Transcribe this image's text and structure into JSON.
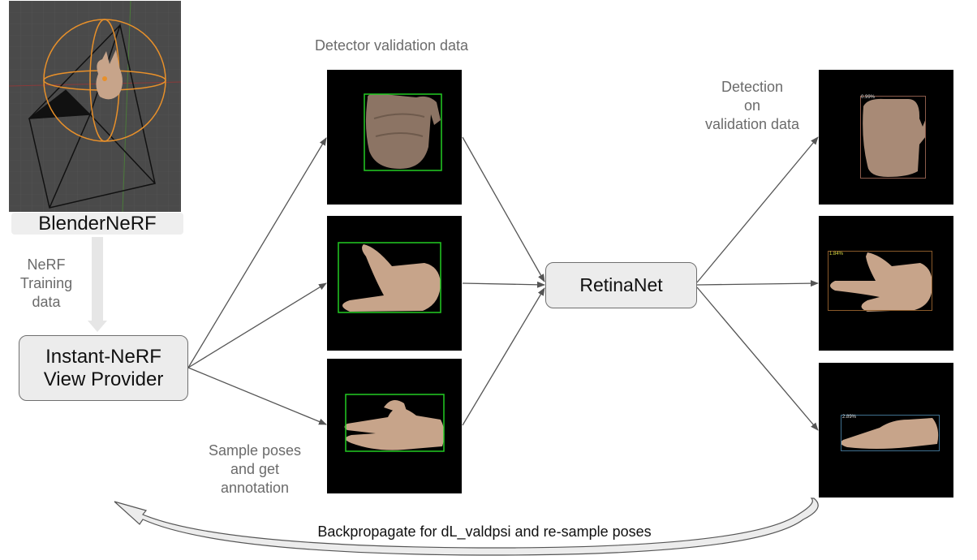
{
  "blender": {
    "title": "BlenderNeRF"
  },
  "labels": {
    "nerf_training": "NeRF\nTraining\ndata",
    "detector_validation": "Detector validation data",
    "detection_on_validation": "Detection\non\nvalidation data",
    "sample_poses": "Sample poses\nand get\nannotation",
    "backpropagate": "Backpropagate for dL_valdpsi and re-sample poses"
  },
  "nodes": {
    "instant_nerf": "Instant-NeRF\nView Provider",
    "retinanet": "RetinaNet"
  },
  "detections": [
    {
      "score": "0.99%",
      "color": "#8a5a4a"
    },
    {
      "score": "1.84%",
      "color": "#8a5a2a"
    },
    {
      "score": "2.89%",
      "color": "#3f6f8f"
    }
  ],
  "colors": {
    "gt_box": "#22cc22",
    "arrow": "#555555",
    "hand": "#c7a48a",
    "blender_bg": "#4a4a4a",
    "orange": "#e8902a"
  }
}
